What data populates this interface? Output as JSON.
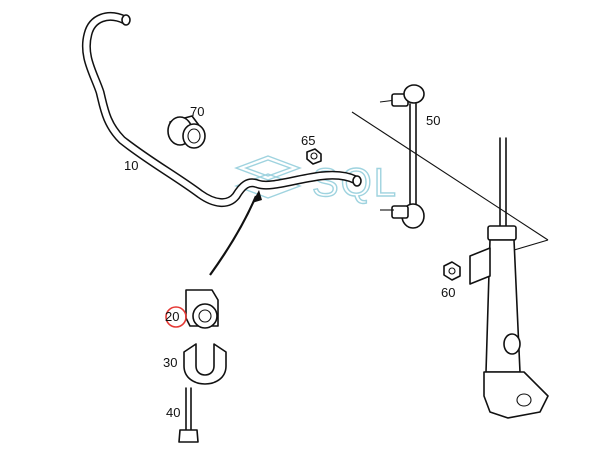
{
  "labels": {
    "p10": "10",
    "p20": "20",
    "p30": "30",
    "p40": "40",
    "p50": "50",
    "p60": "60",
    "p65": "65",
    "p70": "70"
  },
  "watermark": "SQL",
  "colors": {
    "line": "#111111",
    "watermark": "#9fd3df",
    "highlight": "#e53935"
  }
}
